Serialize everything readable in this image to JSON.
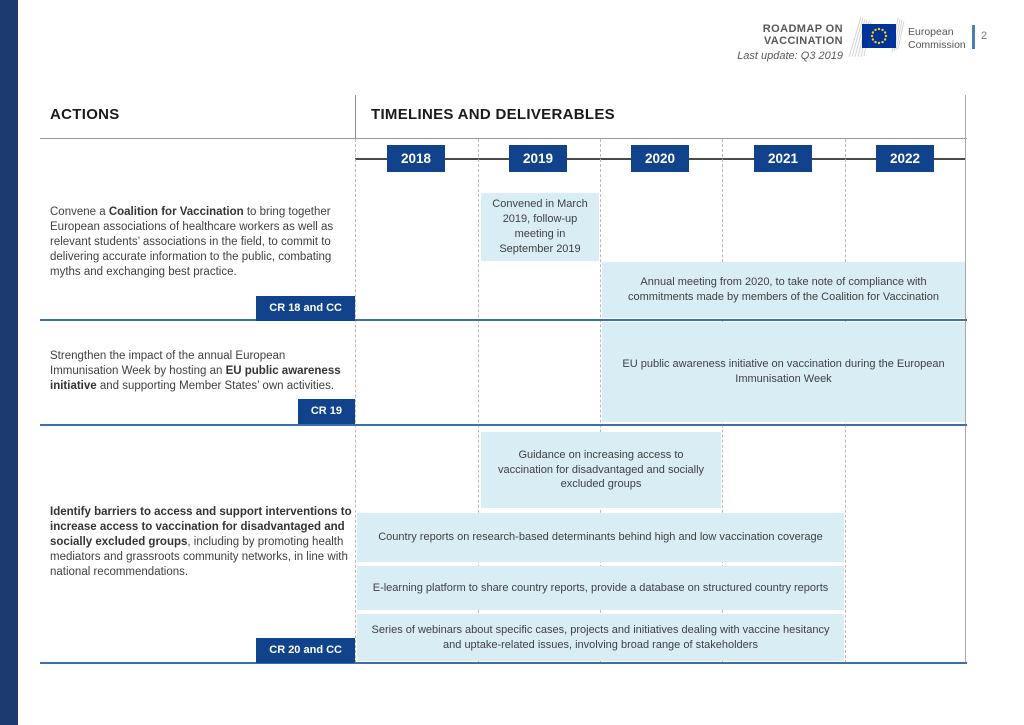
{
  "header": {
    "doc_title": "ROADMAP ON VACCINATION",
    "last_update": "Last update: Q3 2019",
    "logo": {
      "line1": "European",
      "line2": "Commission"
    },
    "page_number": "2"
  },
  "section_headers": {
    "actions": "ACTIONS",
    "timelines": "TIMELINES AND DELIVERABLES"
  },
  "timeline": {
    "years": [
      "2018",
      "2019",
      "2020",
      "2021",
      "2022"
    ]
  },
  "rows": [
    {
      "action": {
        "prefix": "Convene a ",
        "bold": "Coalition for Vaccination",
        "suffix": " to bring together European associations of healthcare workers as well as relevant students’ associations in the field, to commit to delivering accurate information to the public, combating myths and exchanging best practice."
      },
      "badge": "CR 18 and CC",
      "deliverables": [
        {
          "text": "Convened in March 2019, follow-up meeting in September 2019",
          "years": "2019"
        },
        {
          "text": "Annual meeting from 2020, to take note of compliance with commitments made by members of the Coalition for Vaccination",
          "years": "2020–2022"
        }
      ]
    },
    {
      "action": {
        "prefix": "Strengthen the impact of the annual European Immunisation Week by hosting an ",
        "bold": "EU public awareness initiative",
        "suffix": " and supporting Member States’ own activities."
      },
      "badge": "CR 19",
      "deliverables": [
        {
          "text": "EU public awareness initiative on vaccination during the European Immunisation Week",
          "years": "2020–2022"
        }
      ]
    },
    {
      "action": {
        "prefix": "",
        "bold": "Identify barriers to access and support interventions to increase access to vaccination for disadvantaged and socially excluded groups",
        "suffix": ", including by promoting health mediators and grassroots community networks, in line with national recommendations."
      },
      "badge": "CR 20 and CC",
      "deliverables": [
        {
          "text": "Guidance on increasing access to vaccination for disadvantaged and socially excluded groups",
          "years": "2019–2020"
        },
        {
          "text": "Country reports on research-based determinants behind high and low vaccination coverage",
          "years": "2018–2021"
        },
        {
          "text": "E-learning platform to share country reports, provide a database on structured country reports",
          "years": "2018–2021"
        },
        {
          "text": "Series of webinars about specific cases, projects and initiatives dealing with vaccine hesitancy and uptake-related issues, involving broad range of stakeholders",
          "years": "2018–2021"
        }
      ]
    }
  ],
  "colors": {
    "navy": "#11428c",
    "sidebar_navy": "#1c3a6e",
    "light_blue_box": "#d9edf5",
    "divider_blue": "#3c6fad",
    "flag_blue": "#003399",
    "star_yellow": "#ffcc00"
  }
}
